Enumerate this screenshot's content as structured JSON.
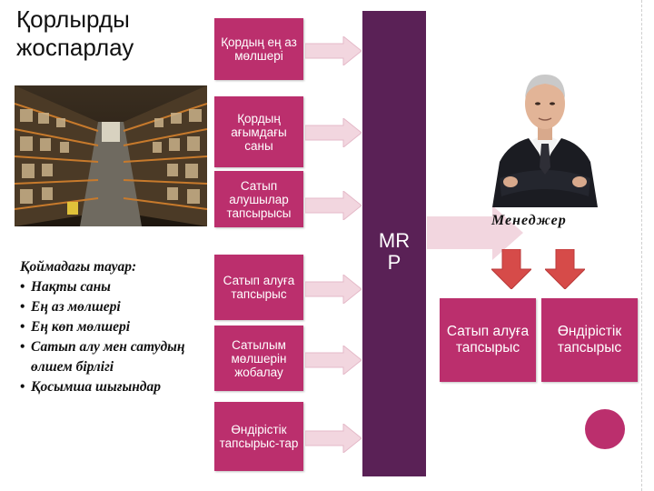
{
  "title": "Қорлырды жоспарлау",
  "left_text": {
    "heading": "Қоймадағы тауар:",
    "items": [
      "Нақты саны",
      "Ең аз мөлшері",
      "Ең көп мөлшері",
      "Сатып алу мен сатудың",
      "Қосымша шығындар"
    ],
    "continuation": "өлшем бірлігі"
  },
  "boxes": [
    "Қордың ең аз мөлшері",
    "Қордың ағымдағы саны",
    "Сатып алушылар тапсырысы",
    "Сатып алуға тапсырыс",
    "Сатылым мөлшерін жобалау",
    "Өндірістік тапсырыс-тар"
  ],
  "mrp": "MRP",
  "manager": "Менеджер",
  "output_boxes": [
    "Сатып алуға тапсырыс",
    "Өндірістік тапсырыс"
  ],
  "colors": {
    "box": "#bb2f6d",
    "bar": "#5a2156",
    "arrow": "#f2d6df",
    "down_arrow": "#d64b49"
  }
}
